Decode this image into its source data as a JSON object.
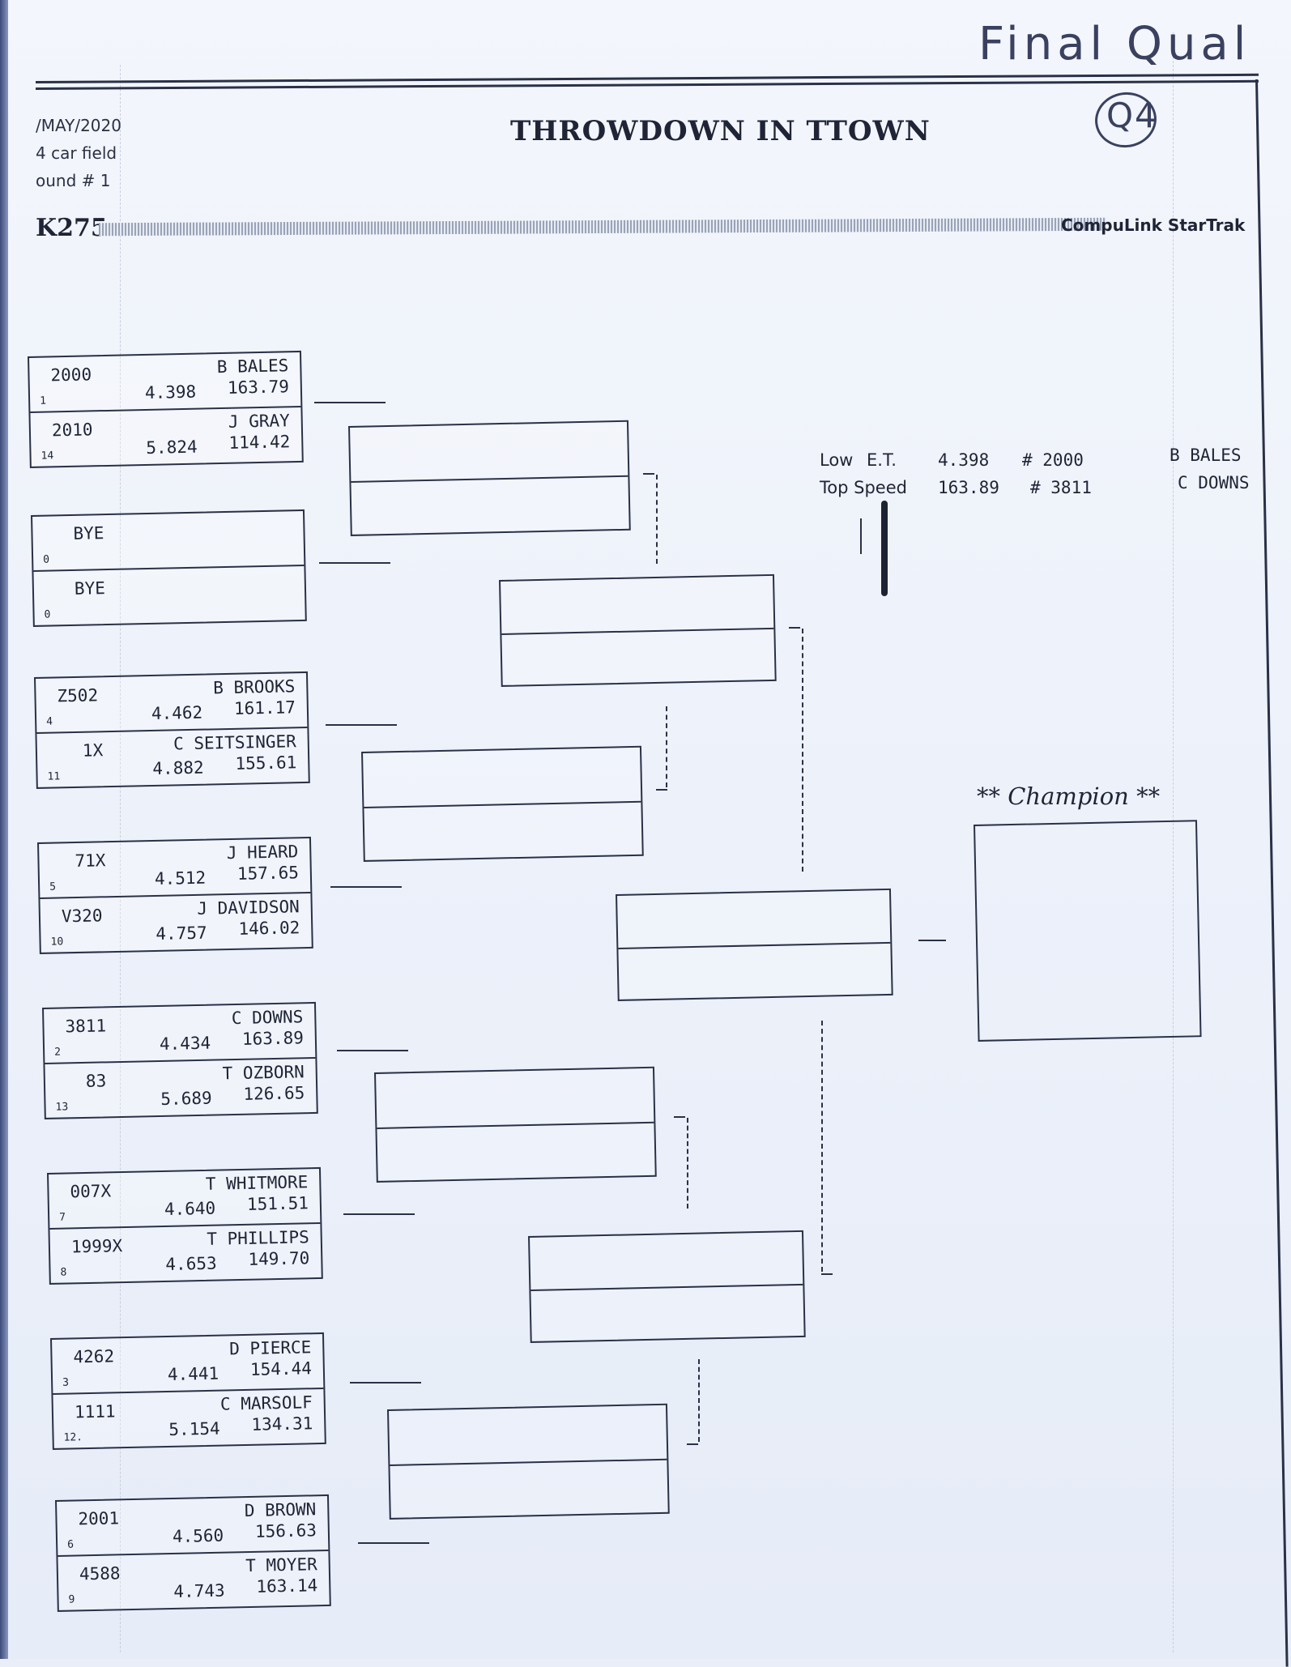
{
  "handwriting": {
    "top": "Final Qual",
    "circled": "Q4"
  },
  "header": {
    "date": "/MAY/2020",
    "field": "4 car field",
    "round": "ound # 1",
    "title": "THROWDOWN IN TTOWN",
    "class_code": "K275",
    "brand": "CompuLink StarTrak"
  },
  "pairs": [
    {
      "a": {
        "car": "2000",
        "seed": "1",
        "name": "B BALES",
        "et": "4.398",
        "mph": "163.79"
      },
      "b": {
        "car": "2010",
        "seed": "14",
        "name": "J GRAY",
        "et": "5.824",
        "mph": "114.42"
      }
    },
    {
      "a": {
        "car": "BYE",
        "seed": "0",
        "name": "",
        "et": "",
        "mph": ""
      },
      "b": {
        "car": "BYE",
        "seed": "0",
        "name": "",
        "et": "",
        "mph": ""
      }
    },
    {
      "a": {
        "car": "Z502",
        "seed": "4",
        "name": "B BROOKS",
        "et": "4.462",
        "mph": "161.17"
      },
      "b": {
        "car": "1X",
        "seed": "11",
        "name": "C SEITSINGER",
        "et": "4.882",
        "mph": "155.61"
      }
    },
    {
      "a": {
        "car": "71X",
        "seed": "5",
        "name": "J HEARD",
        "et": "4.512",
        "mph": "157.65"
      },
      "b": {
        "car": "V320",
        "seed": "10",
        "name": "J DAVIDSON",
        "et": "4.757",
        "mph": "146.02"
      }
    },
    {
      "a": {
        "car": "3811",
        "seed": "2",
        "name": "C DOWNS",
        "et": "4.434",
        "mph": "163.89"
      },
      "b": {
        "car": "83",
        "seed": "13",
        "name": "T OZBORN",
        "et": "5.689",
        "mph": "126.65"
      }
    },
    {
      "a": {
        "car": "007X",
        "seed": "7",
        "name": "T WHITMORE",
        "et": "4.640",
        "mph": "151.51"
      },
      "b": {
        "car": "1999X",
        "seed": "8",
        "name": "T PHILLIPS",
        "et": "4.653",
        "mph": "149.70"
      }
    },
    {
      "a": {
        "car": "4262",
        "seed": "3",
        "name": "D PIERCE",
        "et": "4.441",
        "mph": "154.44"
      },
      "b": {
        "car": "1111",
        "seed": "12.",
        "name": "C MARSOLF",
        "et": "5.154",
        "mph": "134.31"
      }
    },
    {
      "a": {
        "car": "2001",
        "seed": "6",
        "name": "D BROWN",
        "et": "4.560",
        "mph": "156.63"
      },
      "b": {
        "car": "4588",
        "seed": "9",
        "name": "T MOYER",
        "et": "4.743",
        "mph": "163.14"
      }
    }
  ],
  "records": {
    "low_et": {
      "label_a": "Low",
      "label_b": "E.T.",
      "value": "4.398",
      "car": "# 2000",
      "driver": "B BALES"
    },
    "top_speed": {
      "label": "Top Speed",
      "value": "163.89",
      "car": "# 3811",
      "driver": "C DOWNS"
    }
  },
  "champion": {
    "label": "** Champion **"
  }
}
